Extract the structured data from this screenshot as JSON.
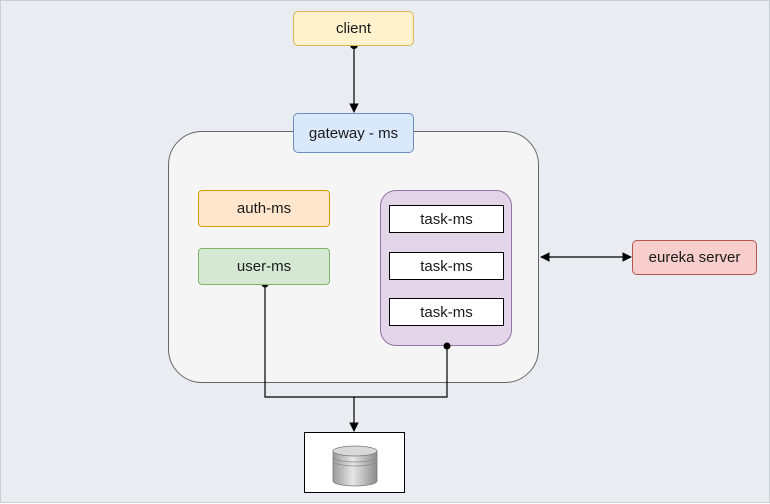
{
  "nodes": {
    "client": "client",
    "gateway": "gateway - ms",
    "auth": "auth-ms",
    "user": "user-ms",
    "eureka": "eureka server",
    "tasks": [
      "task-ms",
      "task-ms",
      "task-ms"
    ]
  },
  "colors": {
    "canvas_bg": "#e9edf1",
    "client_fill": "#fff2cc",
    "gateway_fill": "#dae8fc",
    "auth_fill": "#ffe6cc",
    "user_fill": "#d5e8d4",
    "eureka_fill": "#f8cecc",
    "task_pool_fill": "#e1d5e7",
    "container_fill": "#f5f5f5"
  },
  "icons": {
    "database": "database-cylinder-icon"
  }
}
